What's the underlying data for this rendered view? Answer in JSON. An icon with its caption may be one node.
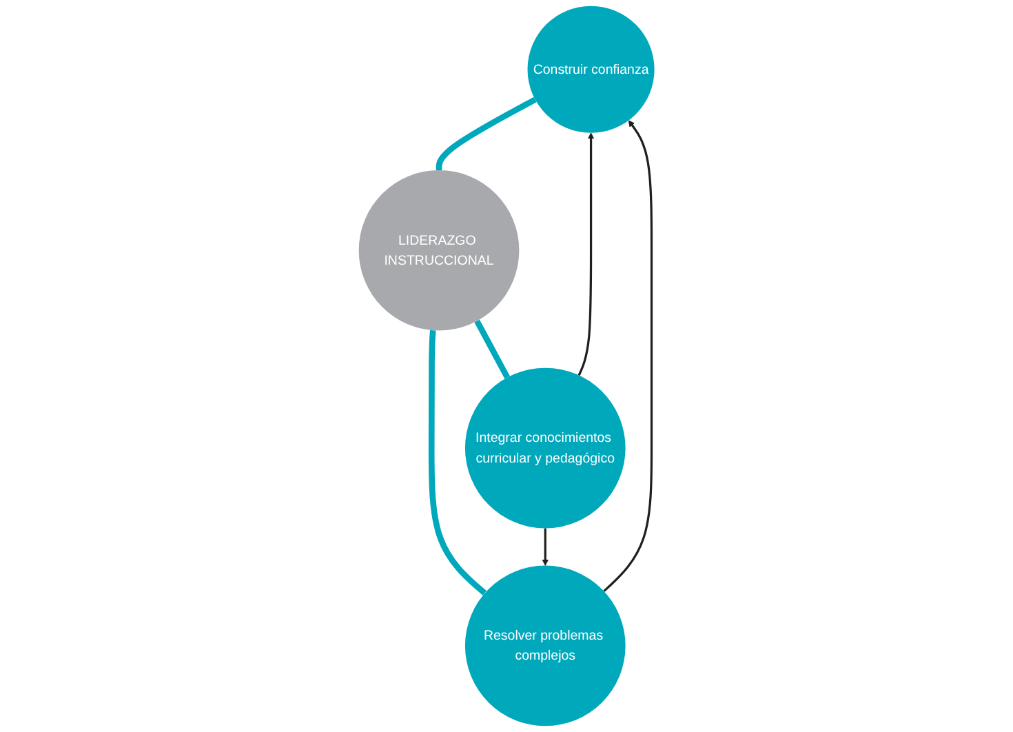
{
  "diagram": {
    "nodes": [
      {
        "text": [
          "Construir confianza"
        ]
      },
      {
        "text": [
          "LIDERAZGO INSTRUCCIONAL"
        ]
      },
      {
        "text": [
          "Resolver problemas complejos"
        ]
      },
      {
        "text": [
          "Integrar conocimientos curricular y pedagógico"
        ]
      }
    ],
    "edges": [
      {
        "from": 0,
        "to": 1,
        "arrow": "none",
        "style": "thick",
        "color": "#00a8bc"
      },
      {
        "from": 1,
        "to": 2,
        "arrow": "none",
        "style": "thick",
        "color": "#00a8bc"
      },
      {
        "from": 1,
        "to": 3,
        "arrow": "none",
        "style": "thick",
        "color": "#00a8bc"
      },
      {
        "from": 2,
        "to": 0,
        "arrow": "to",
        "color": "#231f20"
      },
      {
        "from": 3,
        "to": 0,
        "arrow": "to",
        "color": "#231f20"
      },
      {
        "from": 3,
        "to": 2,
        "arrow": "to",
        "color": "#231f20"
      }
    ]
  }
}
